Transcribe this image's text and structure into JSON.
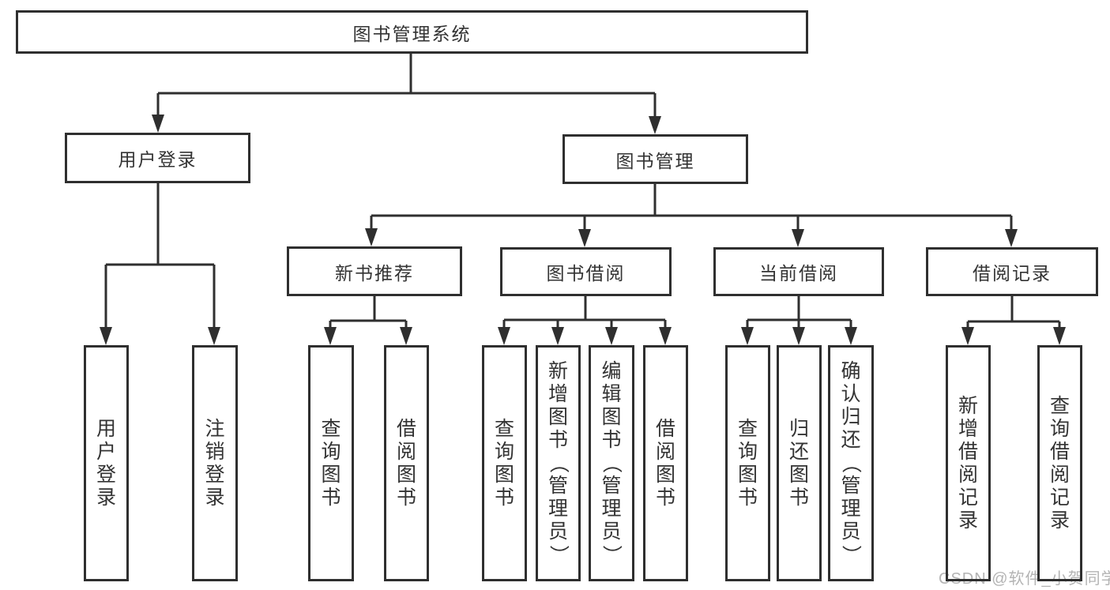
{
  "colors": {
    "line": "#2f2f2f",
    "text": "#333333",
    "box_background": "#ffffff",
    "watermark": "#b4b4b4"
  },
  "nodes": {
    "root": "图书管理系统",
    "user_login": "用户登录",
    "book_management": "图书管理",
    "new_book_recommend": "新书推荐",
    "book_borrow": "图书借阅",
    "current_borrow": "当前借阅",
    "borrow_records": "借阅记录"
  },
  "leaves": {
    "user_login": "用户登录",
    "logout": "注销登录",
    "query_book_under_recommend": "查询图书",
    "borrow_book_under_recommend": "借阅图书",
    "query_book_under_borrow": "查询图书",
    "add_book_admin": "新增图书（管理员）",
    "edit_book_admin": "编辑图书（管理员）",
    "borrow_book_under_borrow": "借阅图书",
    "query_book_under_current": "查询图书",
    "return_book": "归还图书",
    "confirm_return_admin": "确认归还（管理员）",
    "add_borrow_record": "新增借阅记录",
    "query_borrow_record": "查询借阅记录"
  },
  "watermark": {
    "text": "CSDN @软件_小贺同学"
  }
}
